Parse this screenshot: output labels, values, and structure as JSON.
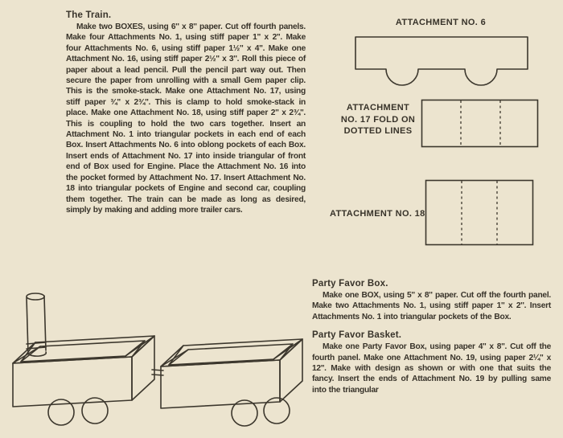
{
  "page": {
    "bg_color": "#ece4cf",
    "ink_color": "#38332a"
  },
  "train_section": {
    "title": "The Train.",
    "body": "Make two BOXES, using 6'' x 8'' paper. Cut off fourth panels. Make four Attachments No. 1, using stiff paper 1'' x 2''. Make four Attachments No. 6, using stiff paper 1½'' x 4''. Make one Attachment No. 16, using stiff paper 2½'' x 3''. Roll this piece of paper about a lead pencil. Pull the pencil part way out. Then secure the paper from unrolling with a small Gem paper clip. This is the smoke-stack. Make one Attachment No. 17, using stiff paper ¾'' x 2¾''. This is clamp to hold smoke-stack in place. Make one Attachment No. 18, using stiff paper 2'' x 2¾''. This is coupling to hold the two cars together. Insert an Attachment No. 1 into triangular pockets in each end of each Box. Insert Attachments No. 6 into oblong pockets of each Box. Insert ends of Attachment No. 17 into inside triangular of front end of Box used for Engine. Place the Attachment No. 16 into the pocket formed by Attachment No. 17. Insert Attachment No. 18 into triangular pockets of Engine and second car, coupling them together. The train can be made as long as desired, simply by making and adding more trailer cars."
  },
  "diagrams": {
    "attachment6": {
      "label": "ATTACHMENT NO. 6"
    },
    "attachment17": {
      "lines": [
        "ATTACHMENT",
        "NO. 17 FOLD ON",
        "DOTTED LINES"
      ]
    },
    "attachment18": {
      "label": "ATTACHMENT NO. 18"
    }
  },
  "party_favor_box": {
    "title": "Party Favor Box.",
    "body": "Make one BOX, using 5'' x 8'' paper. Cut off the fourth panel. Make two Attachments No. 1, using stiff paper 1'' x 2''. Insert Attachments No. 1 into triangular pockets of the Box."
  },
  "party_favor_basket": {
    "title": "Party Favor Basket.",
    "body": "Make one Party Favor Box, using paper 4'' x 8''. Cut off the fourth panel. Make one Attachment No. 19, using paper 2¼'' x 12''. Make with design as shown or with one that suits the fancy. Insert the ends of Attachment No. 19 by pulling same into the triangular"
  }
}
